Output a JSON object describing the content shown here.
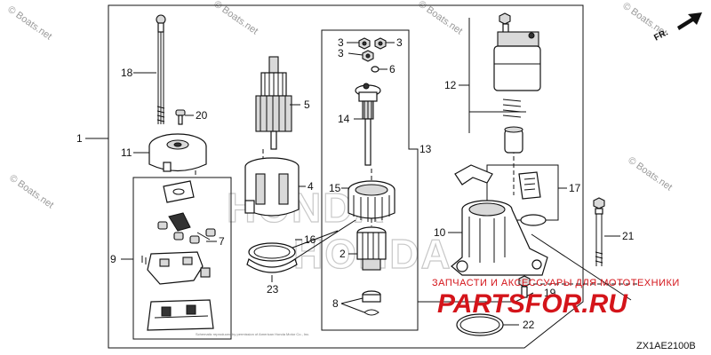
{
  "labels": {
    "n1": "1",
    "n2": "2",
    "n3a": "3",
    "n3b": "3",
    "n3c": "3",
    "n4": "4",
    "n5": "5",
    "n6": "6",
    "n7": "7",
    "n8": "8",
    "n9": "9",
    "n10": "10",
    "n11": "11",
    "n12": "12",
    "n13": "13",
    "n14": "14",
    "n15": "15",
    "n16": "16",
    "n17": "17",
    "n18": "18",
    "n19": "19",
    "n20": "20",
    "n21": "21",
    "n22": "22",
    "n23": "23"
  },
  "diagram_code": "ZX1AE2100B",
  "direction_label": "FR.",
  "watermark_text": "© Boats.net",
  "brand_watermark": "PARTSFOR.RU",
  "shop_tagline": "ЗАПЧАСТИ И АКСЕССУАРЫ ДЛЯ МОТОТЕХНИКИ",
  "background_brand": "HONDA",
  "copyright_fine": "Schematic reproduced by permission of American Honda Motor Co., Inc.",
  "colors": {
    "line": "#111111",
    "brand": "#d4141a",
    "watermark": "#9a9a9a"
  }
}
